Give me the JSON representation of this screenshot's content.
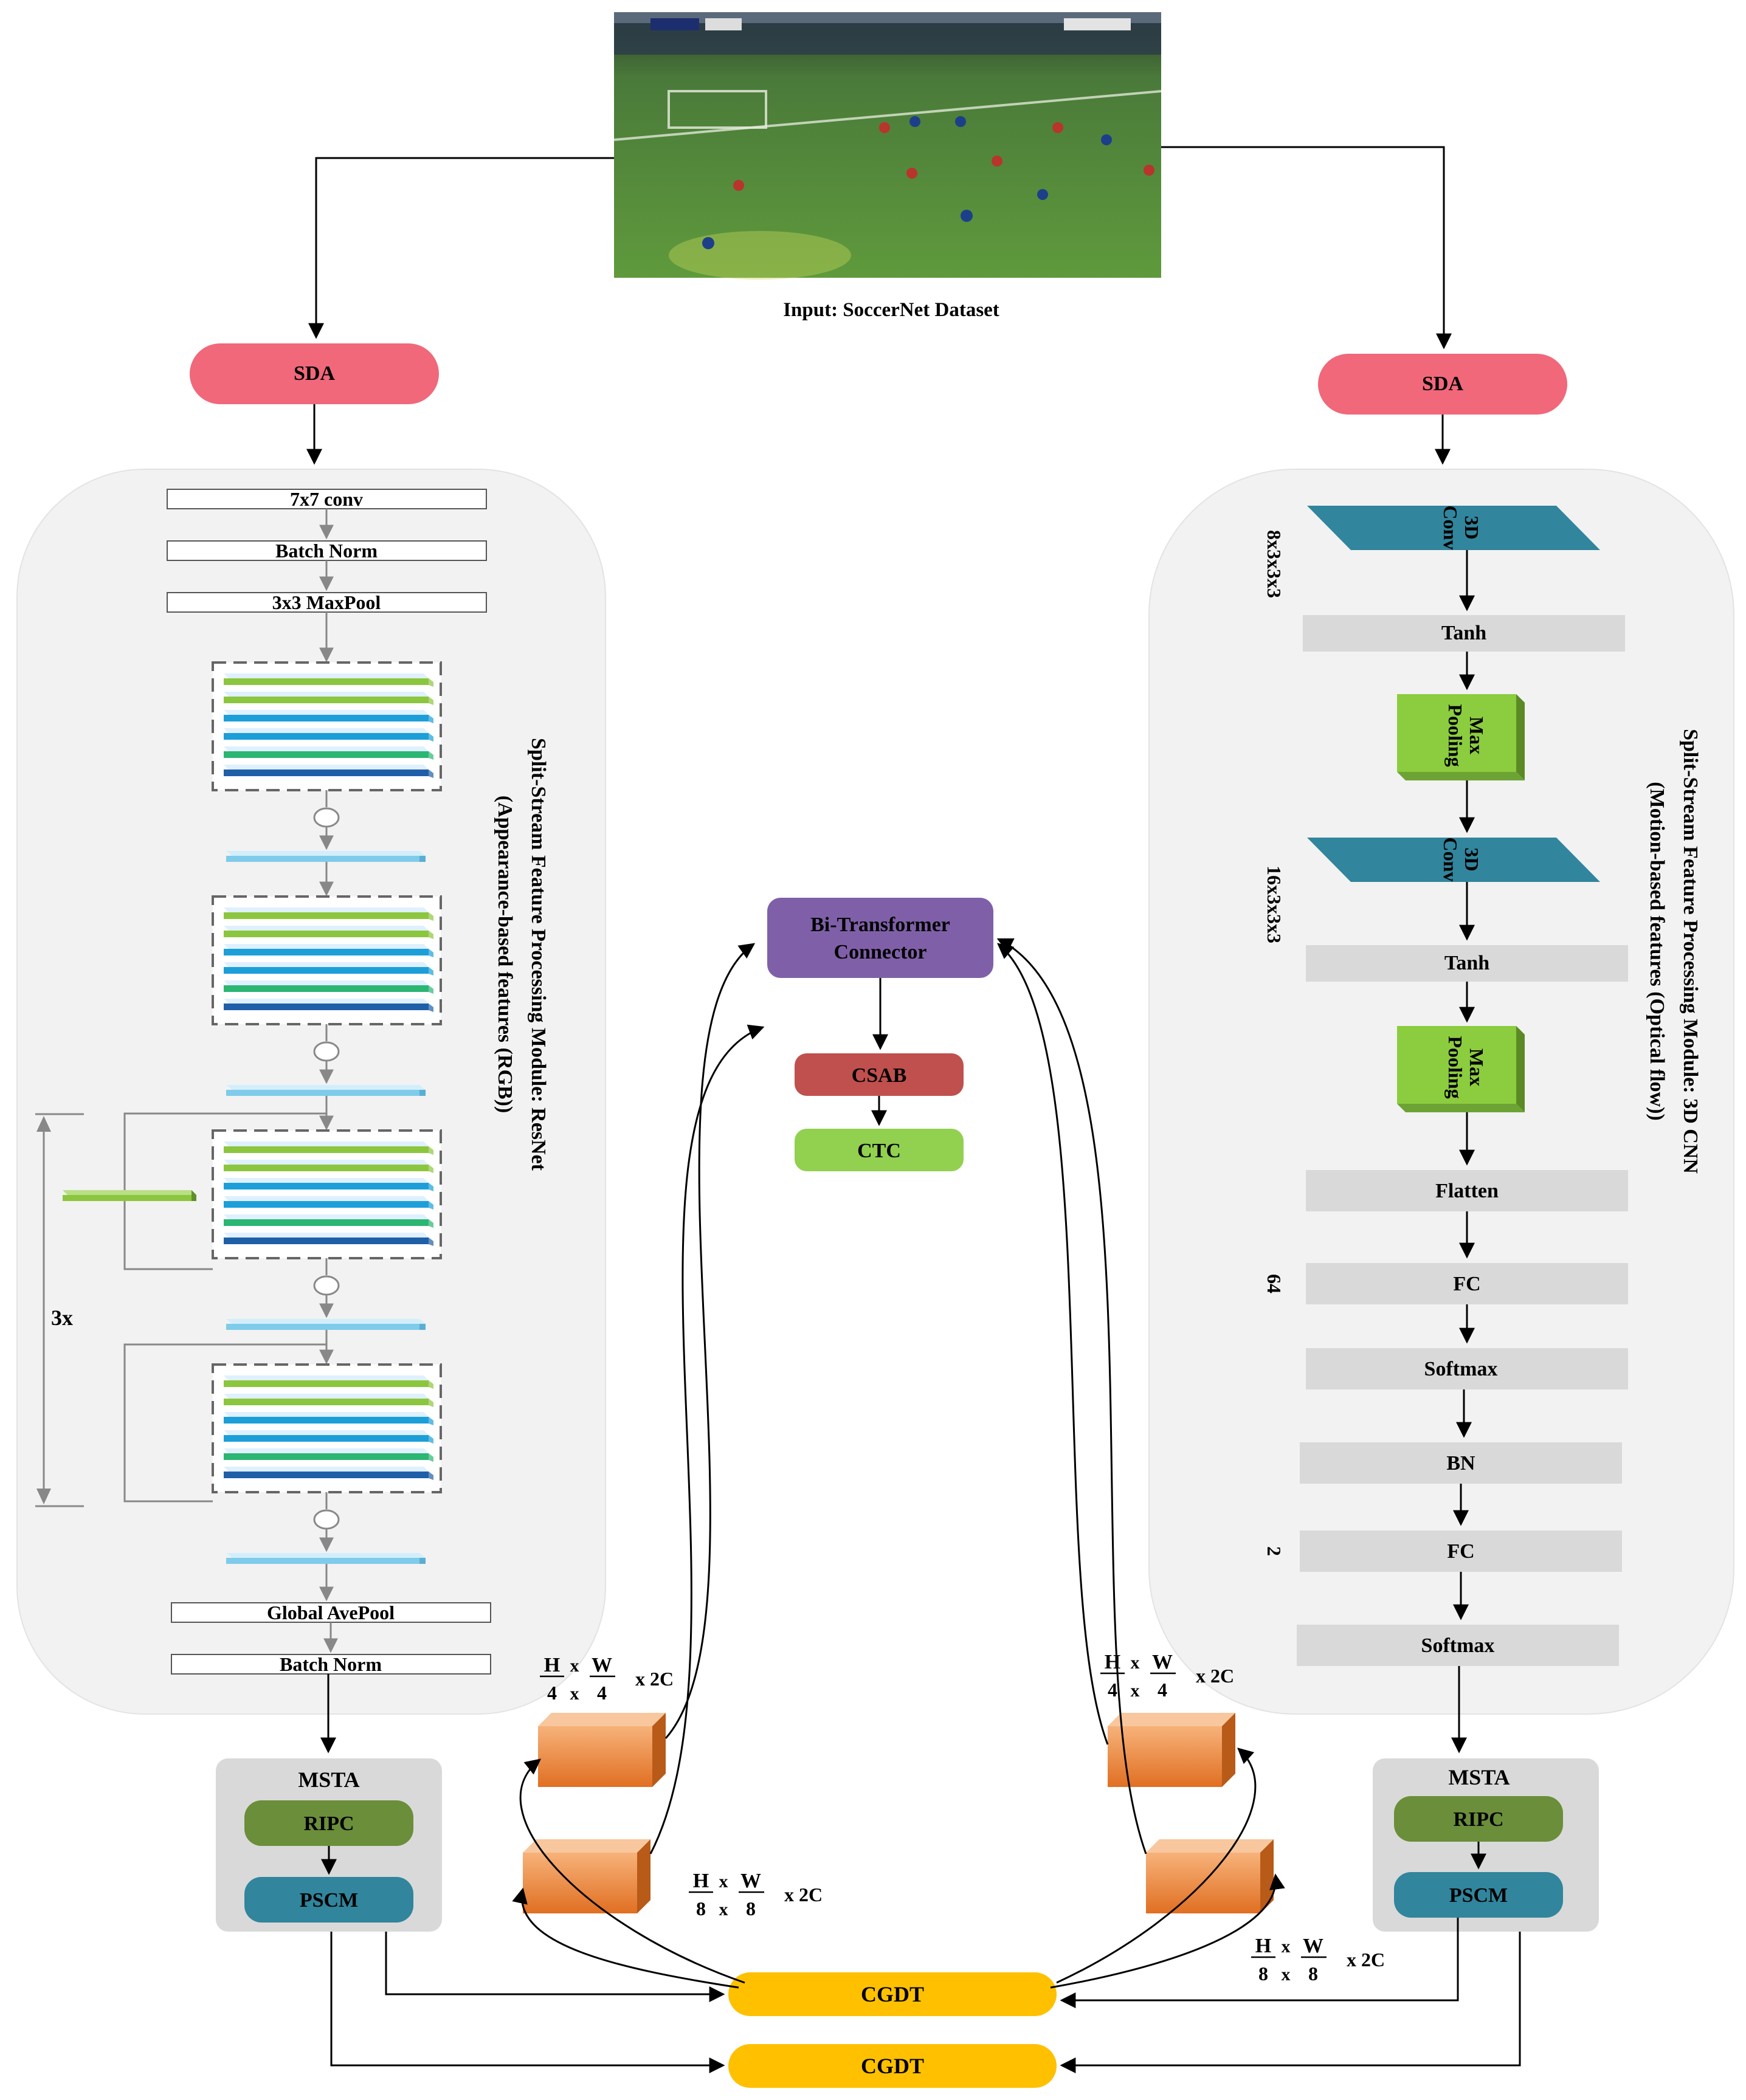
{
  "input": {
    "caption": "Input: SoccerNet Dataset"
  },
  "left_stream": {
    "sda": "SDA",
    "layers": [
      "7x7 conv",
      "Batch Norm",
      "3x3 MaxPool",
      "Global AvePool",
      "Batch Norm"
    ],
    "repeat": "3x",
    "module_label": "Split-Stream Feature Processing Module: ResNet",
    "module_sublabel": "(Appearance-based features (RGB))"
  },
  "right_stream": {
    "sda": "SDA",
    "conv1": {
      "label": [
        "3D",
        "Conv"
      ],
      "dims": "8x3x3x3"
    },
    "tanh1": "Tanh",
    "pool1": [
      "Max",
      "Pooling"
    ],
    "conv2": {
      "label": [
        "3D",
        "Conv"
      ],
      "dims": "16x3x3x3"
    },
    "tanh2": "Tanh",
    "pool2": [
      "Max",
      "Pooling"
    ],
    "flatten": "Flatten",
    "fc1": {
      "label": "FC",
      "dims": "64"
    },
    "softmax1": "Softmax",
    "bn": "BN",
    "fc2": {
      "label": "FC",
      "dims": "2"
    },
    "softmax2": "Softmax",
    "module_label": "Split-Stream Feature Processing Module: 3D CNN",
    "module_sublabel": "(Motion-based features (Optical flow))"
  },
  "center": {
    "connector": [
      "Bi-Transformer",
      "Connector"
    ],
    "csab": "CSAB",
    "ctc": "CTC"
  },
  "msta_left": {
    "title": "MSTA",
    "ripc": "RIPC",
    "pscm": "PSCM"
  },
  "msta_right": {
    "title": "MSTA",
    "ripc": "RIPC",
    "pscm": "PSCM"
  },
  "cgdt": [
    "CGDT",
    "CGDT"
  ],
  "dims": {
    "quarter": {
      "H": "H",
      "W": "W",
      "x": "x",
      "d": "4",
      "mult": "x 2C"
    },
    "eighth": {
      "H": "H",
      "W": "W",
      "x": "x",
      "d": "8",
      "mult": "x 2C"
    }
  },
  "colors": {
    "sda": "#f0687a",
    "connector": "#7f60a8",
    "csab": "#c0504d",
    "ctc_green": "#92d050",
    "ripc": "#6b8e3a",
    "pscm": "#31859c",
    "conv3d": "#31859c",
    "cgdt": "#ffc000",
    "orange_block": "#e8853a",
    "green_layer": "#8cc63f",
    "blue_layer": "#1c9fd8",
    "dark_blue_layer": "#1f5fa8"
  }
}
